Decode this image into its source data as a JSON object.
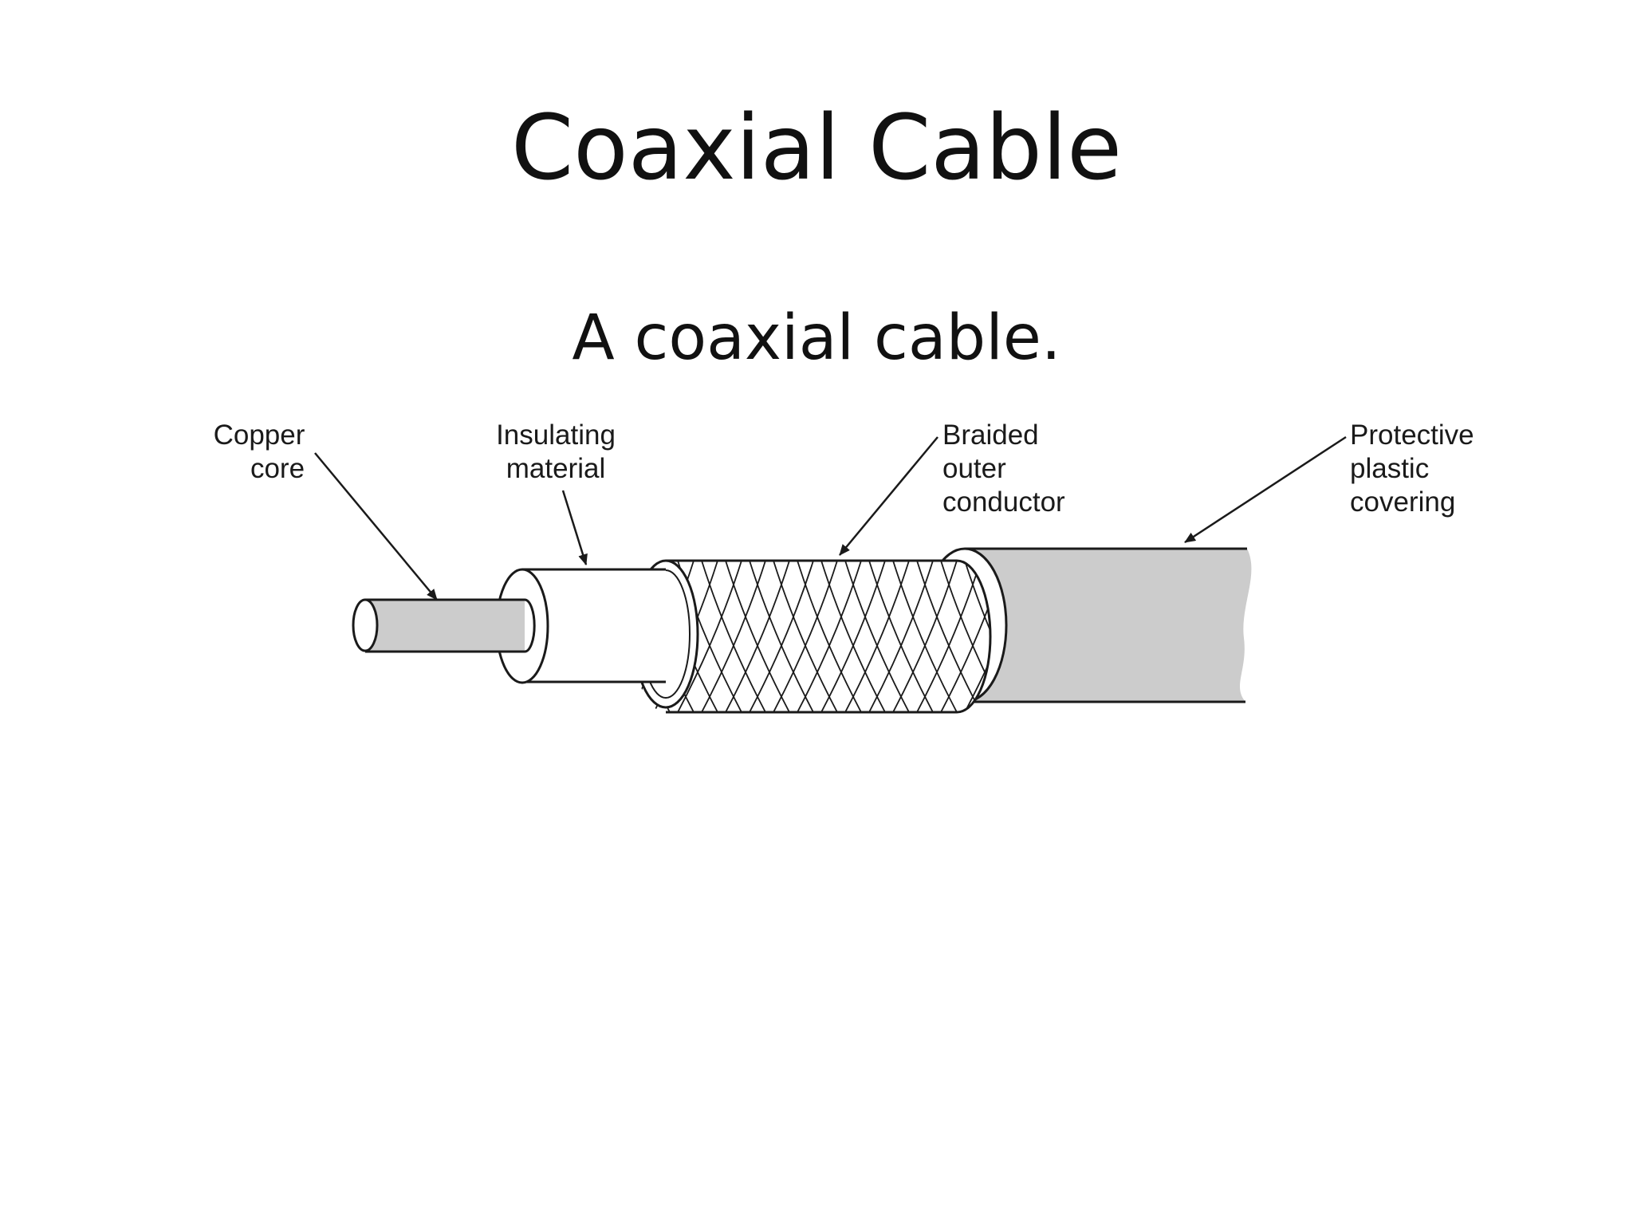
{
  "slide": {
    "title": "Coaxial Cable",
    "subtitle": "A coaxial cable."
  },
  "diagram": {
    "labels": {
      "copper_core": [
        "Copper",
        "core"
      ],
      "insulating_material": [
        "Insulating",
        "material"
      ],
      "braided_outer_conductor": [
        "Braided",
        "outer",
        "conductor"
      ],
      "protective_plastic_covering": [
        "Protective",
        "plastic",
        "covering"
      ]
    },
    "colors": {
      "fill_gray": "#cccccc",
      "stroke": "#1a1a1a",
      "background": "#ffffff"
    }
  }
}
